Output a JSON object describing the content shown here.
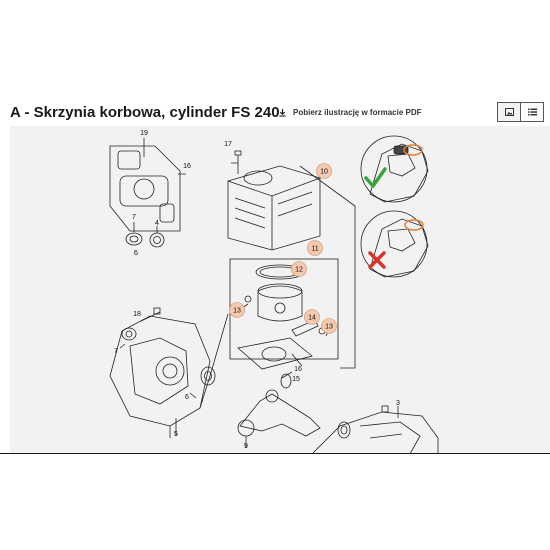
{
  "header": {
    "title": "A - Skrzynia korbowa, cylinder FS 240",
    "download_label": "Pobierz ilustrację w formacie PDF",
    "view_grid_icon": "image-view-icon",
    "view_list_icon": "list-view-icon"
  },
  "diagram": {
    "labels": {
      "l19": "19",
      "l16a": "16",
      "l7a": "7",
      "l4": "4",
      "l6a": "6",
      "l17": "17",
      "l10": "10",
      "l11": "11",
      "l12": "12",
      "l13a": "13",
      "l14": "14",
      "l13b": "13",
      "l18": "18",
      "l7b": "7",
      "l6b": "6",
      "l16b": "16",
      "l15": "15",
      "l5": "5",
      "l9": "9",
      "l3": "3"
    },
    "highlight_color": "#f5c9ad",
    "check_color": "#3aa43a",
    "cross_color": "#d9322a"
  }
}
